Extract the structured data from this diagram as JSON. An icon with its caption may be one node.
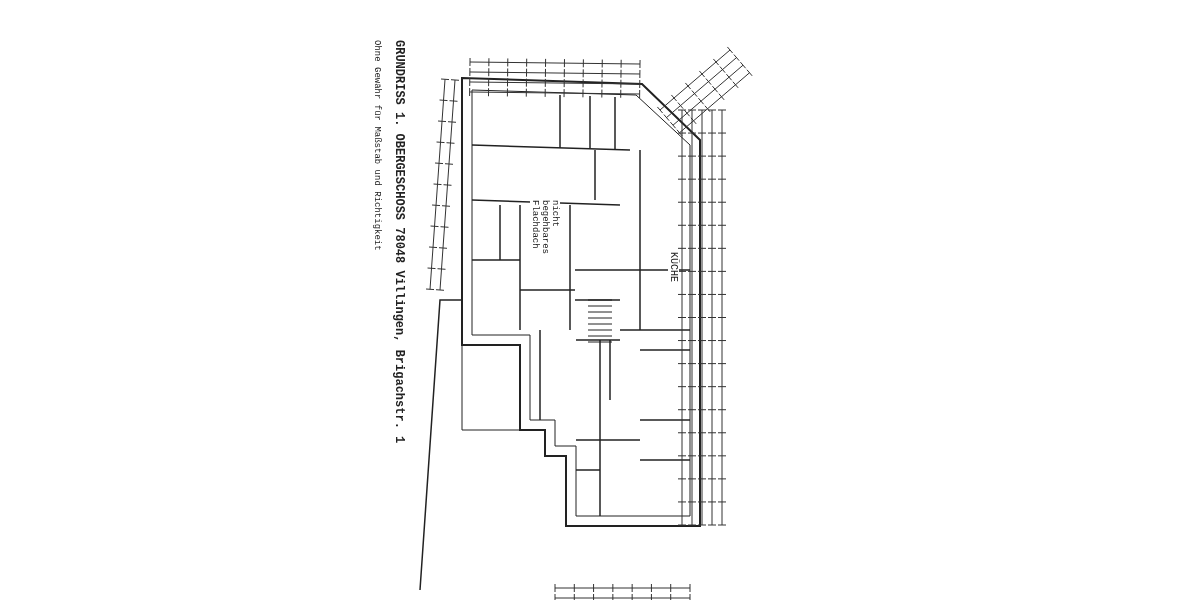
{
  "diagram": {
    "title": "GRUNDRISS 1. OBERGESCHOSS 78048 Villingen, Brigachstr. 1",
    "labels": [
      "Ohne Gewähr für Maßstab und Richtigkeit",
      "nicht begehbares Flachdach",
      "KÜCHE"
    ]
  }
}
